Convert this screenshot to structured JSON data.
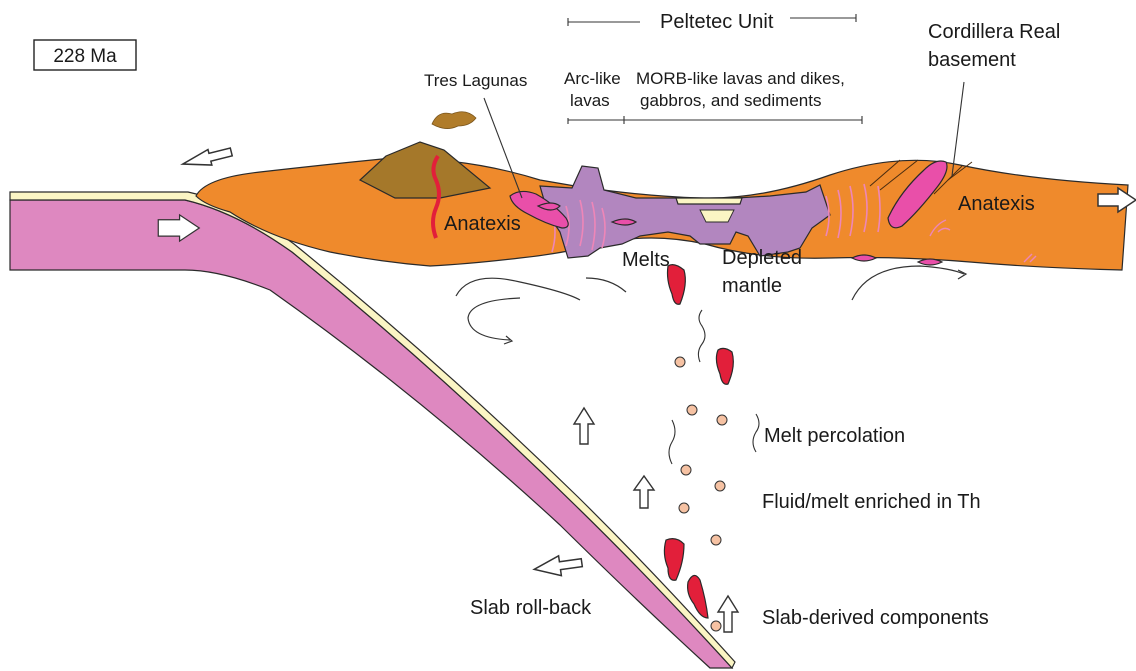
{
  "age_label": "228 Ma",
  "labels": {
    "peltetec_unit": "Peltetec Unit",
    "cordillera_real_line1": "Cordillera Real",
    "cordillera_real_line2": "basement",
    "tres_lagunas": "Tres Lagunas",
    "arc_like_line1": "Arc-like",
    "arc_like_line2": "lavas",
    "morb_line1": "MORB-like lavas and dikes,",
    "morb_line2": "gabbros, and sediments",
    "anatexis_left": "Anatexis",
    "anatexis_right": "Anatexis",
    "melts": "Melts",
    "depleted_line1": "Depleted",
    "depleted_line2": "mantle",
    "melt_percolation": "Melt percolation",
    "fluid_melt": "Fluid/melt enriched in Th",
    "slab_rollback": "Slab roll-back",
    "slab_derived": "Slab-derived components"
  },
  "colors": {
    "crust": "#ef8a2c",
    "slab": "#de88c0",
    "slab_rim": "#fbf5c4",
    "arc_volcano": "#a5782a",
    "ash_plume": "#b07c2a",
    "ophiolite": "#b286bf",
    "melt_red": "#e21f3a",
    "intrusion": "#e94fa9",
    "dike_pink": "#ee86b8",
    "percolation_dot": "#f6c2a3",
    "arrow_outline": "#333333"
  },
  "icons": {
    "extension_arrow": "hollow-arrow-icon",
    "melt_blob": "melt-droplet-icon",
    "percolation_path": "wavy-line-icon"
  }
}
